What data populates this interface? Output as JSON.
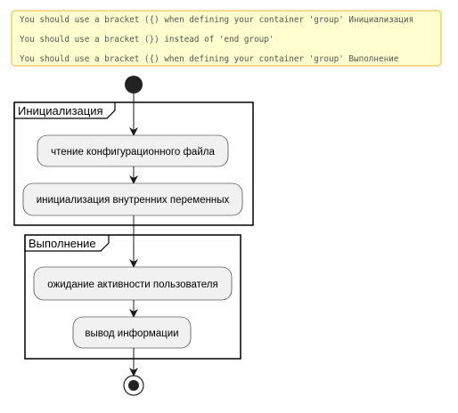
{
  "warnings": [
    "You should use a bracket ({) when defining your container 'group' Инициализация",
    "You should use a bracket (}) instead of 'end group'",
    "You should use a bracket ({) when defining your container 'group' Выполнение"
  ],
  "groups": [
    {
      "label": "Инициализация",
      "activities": [
        "чтение конфигурационного файла",
        "инициализация внутренних переменных"
      ]
    },
    {
      "label": "Выполнение",
      "activities": [
        "ожидание активности пользователя",
        "вывод информации"
      ]
    }
  ],
  "colors": {
    "warning_bg": "#fefece",
    "warning_border": "#f5d98a",
    "activity_fill": "#f1f1f1",
    "line": "#181818"
  }
}
